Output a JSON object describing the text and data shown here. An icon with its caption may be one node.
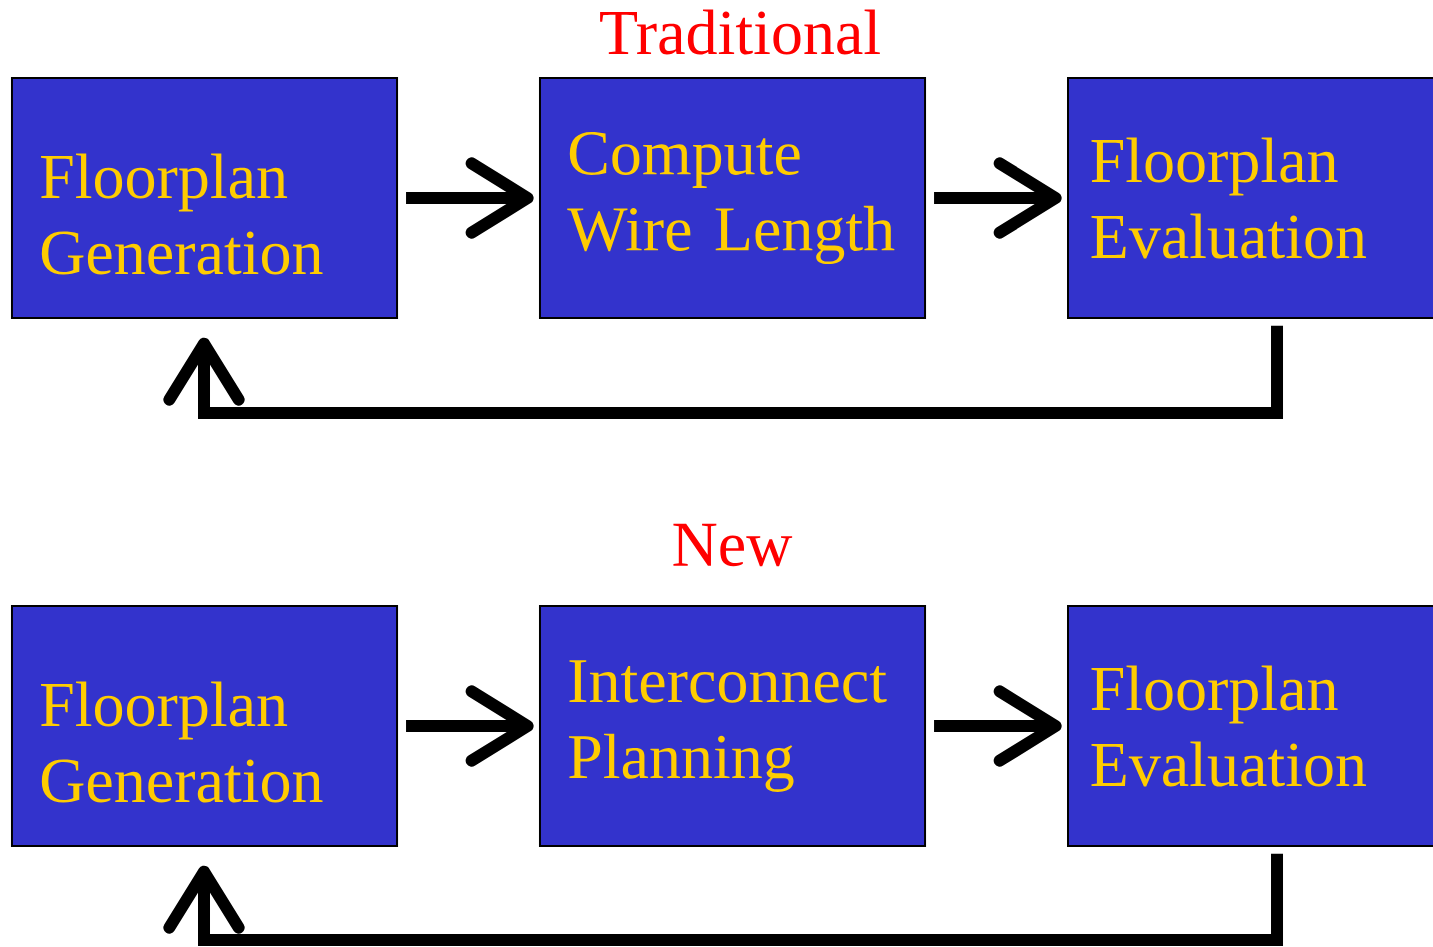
{
  "diagram": {
    "nodes": [
      {
        "text": [
          "Floorplan Generation"
        ]
      },
      {
        "text": [
          "Compute Wire Length"
        ]
      },
      {
        "text": [
          "Floorplan Evaluation"
        ]
      },
      {
        "text": [
          "Floorplan Generation"
        ]
      },
      {
        "text": [
          "Interconnect Planning"
        ]
      },
      {
        "text": [
          "Floorplan Evaluation"
        ]
      }
    ],
    "edges": [
      {
        "from": 0,
        "to": 1,
        "arrow": "to"
      },
      {
        "from": 1,
        "to": 2,
        "arrow": "to"
      },
      {
        "from": 2,
        "to": 0,
        "arrow": "to"
      },
      {
        "from": 3,
        "to": 4,
        "arrow": "to"
      },
      {
        "from": 4,
        "to": 5,
        "arrow": "to"
      },
      {
        "from": 5,
        "to": 3,
        "arrow": "to"
      }
    ],
    "labels": [
      "Traditional",
      "New"
    ]
  }
}
